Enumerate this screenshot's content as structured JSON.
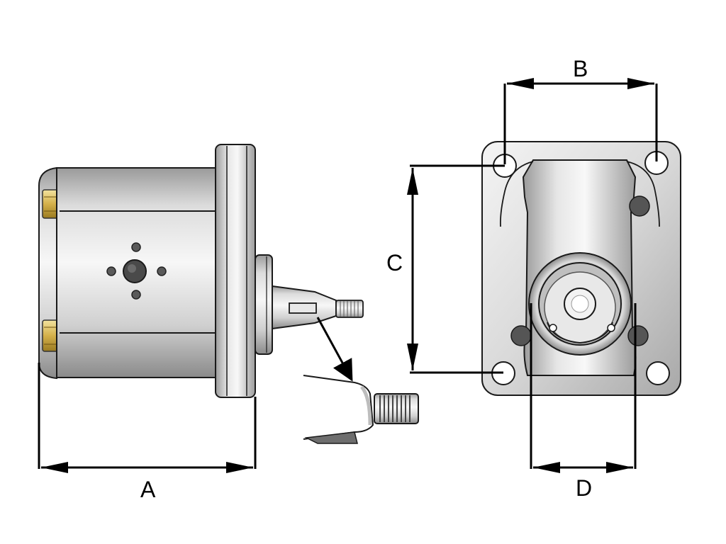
{
  "dimensions": {
    "a": "A",
    "b": "B",
    "c": "C",
    "d": "D"
  },
  "colors": {
    "outline": "#1a1a1a",
    "dimension_line": "#000000",
    "metal_light": "#f2f2f2",
    "metal_mid": "#c9c9c9",
    "metal_dark": "#8f8f8f",
    "hole_dark": "#555555",
    "brass_light": "#f3e3a0",
    "brass_dark": "#9a7a20",
    "background": "#ffffff"
  },
  "components": {
    "side_view": "pump-side-view",
    "front_view": "pump-front-view",
    "shaft_detail": "tapered-shaft-detail"
  }
}
